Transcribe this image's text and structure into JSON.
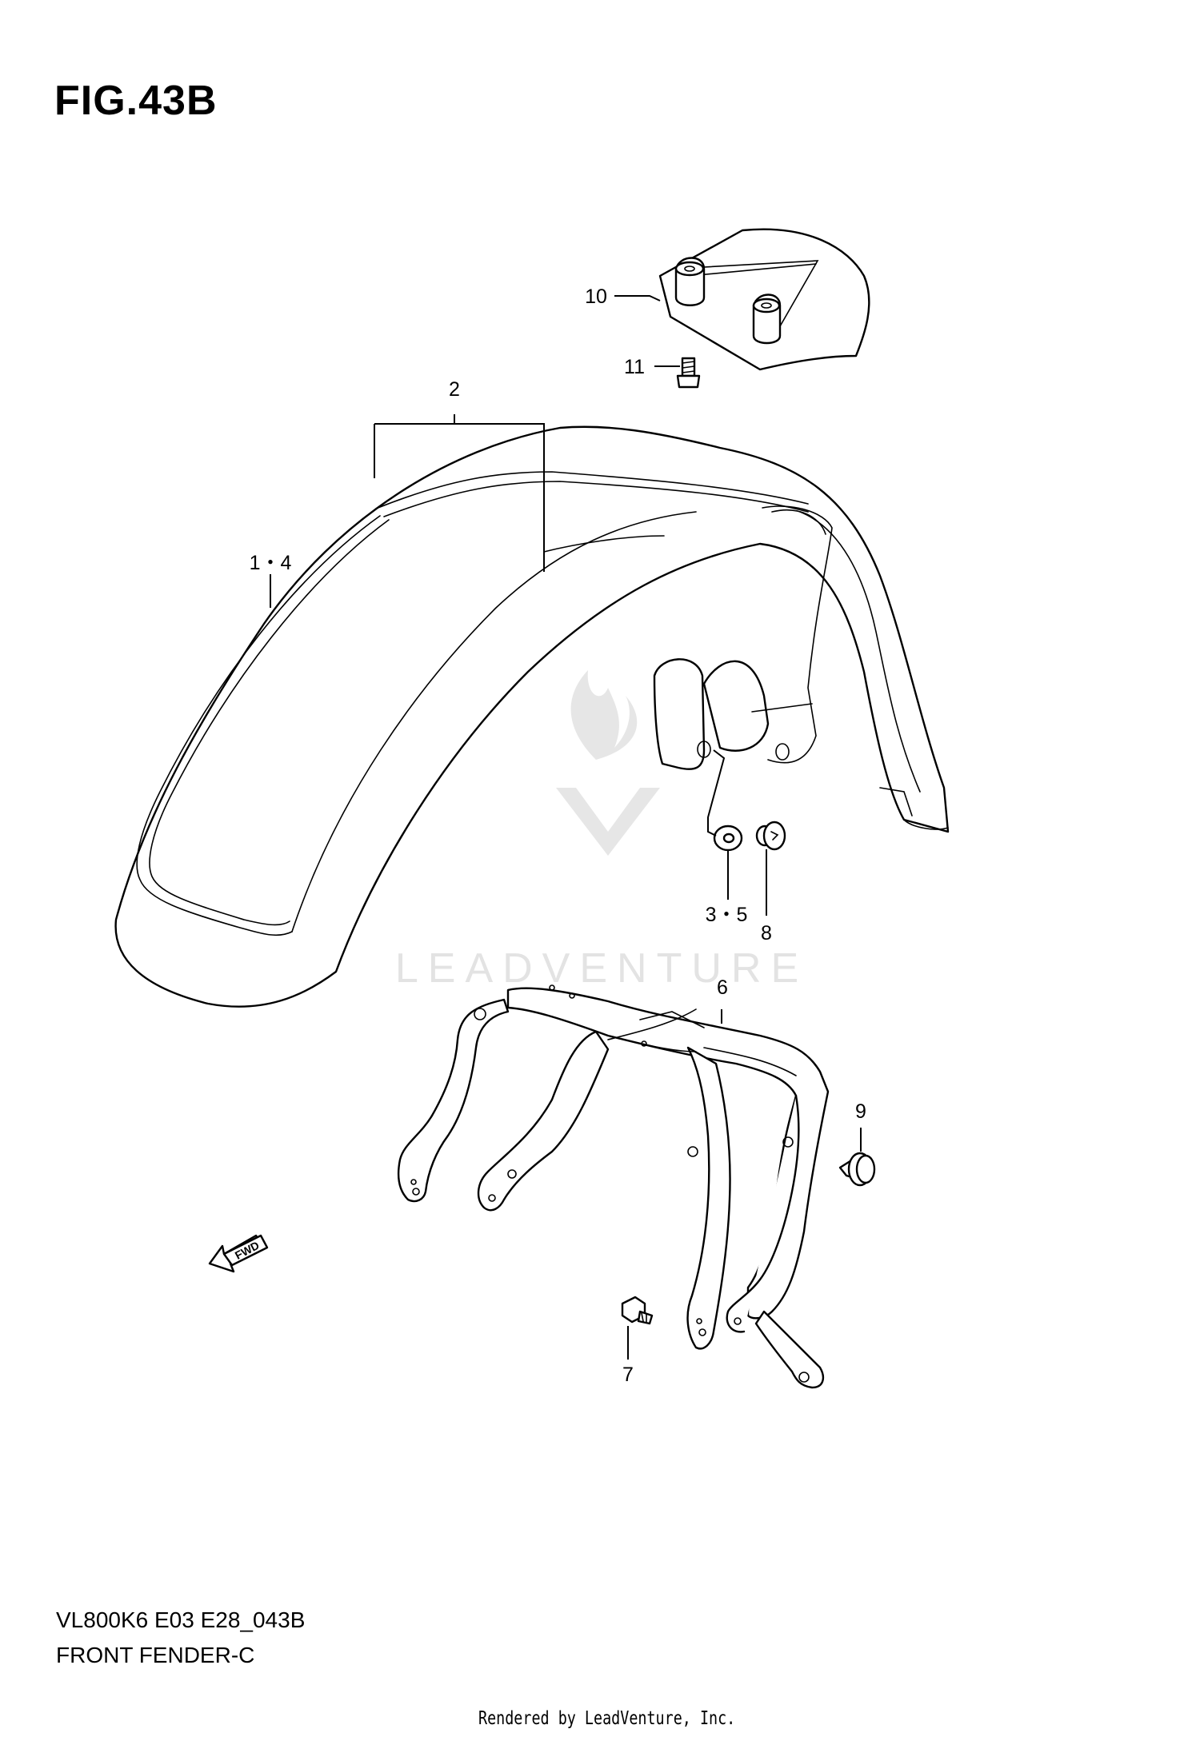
{
  "figure": {
    "title": "FIG.43B",
    "model_code": "VL800K6 E03 E28_043B",
    "section_name": "FRONT FENDER-C",
    "rendered_by": "Rendered by LeadVenture, Inc.",
    "watermark": "LEADVENTURE",
    "fwd_arrow": "FWD"
  },
  "callouts": [
    {
      "id": "c-2",
      "label": "2"
    },
    {
      "id": "c-1-4",
      "label": "1・4"
    },
    {
      "id": "c-10",
      "label": "10"
    },
    {
      "id": "c-11",
      "label": "11"
    },
    {
      "id": "c-3-5",
      "label": "3・5"
    },
    {
      "id": "c-8",
      "label": "8"
    },
    {
      "id": "c-6",
      "label": "6"
    },
    {
      "id": "c-9",
      "label": "9"
    },
    {
      "id": "c-7",
      "label": "7"
    }
  ],
  "colors": {
    "ink": "#000000",
    "watermark": "#e6e6e6",
    "background": "#ffffff"
  }
}
